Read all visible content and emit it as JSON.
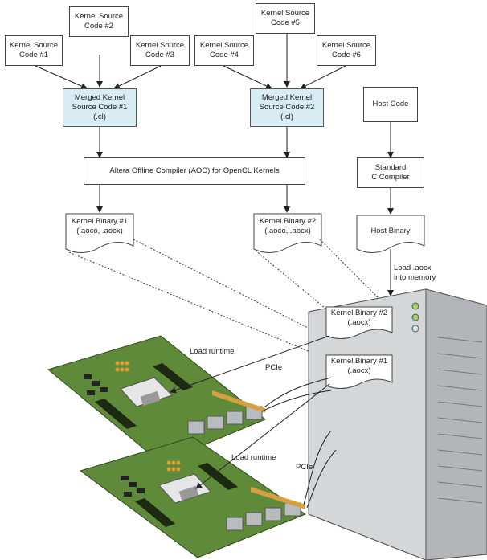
{
  "kernel_sources": [
    "Kernel Source\nCode #1",
    "Kernel Source\nCode #2",
    "Kernel Source\nCode #3",
    "Kernel Source\nCode #4",
    "Kernel Source\nCode #5",
    "Kernel Source\nCode #6"
  ],
  "merged": [
    "Merged Kernel\nSource Code #1\n(.cl)",
    "Merged Kernel\nSource Code #2\n(.cl)"
  ],
  "host_code": "Host Code",
  "aoc": "Altera Offline Compiler (AOC) for OpenCL Kernels",
  "c_compiler": "Standard\nC Compiler",
  "binaries": [
    "Kernel Binary #1\n(.aoco, .aocx)",
    "Kernel Binary #2\n(.aoco, .aocx)"
  ],
  "host_binary": "Host Binary",
  "load_memory": "Load .aocx\ninto memory",
  "server_binaries": [
    "Kernel Binary #2\n(.aocx)",
    "Kernel Binary #1\n(.aocx)"
  ],
  "load_runtime": [
    "Load runtime",
    "Load runtime"
  ],
  "pcie": [
    "PCIe",
    "PCIe"
  ],
  "colors": {
    "merged_fill": "#d8ecf4",
    "board_green": "#5f8a3a",
    "server_gray": "#c7c9cb"
  }
}
